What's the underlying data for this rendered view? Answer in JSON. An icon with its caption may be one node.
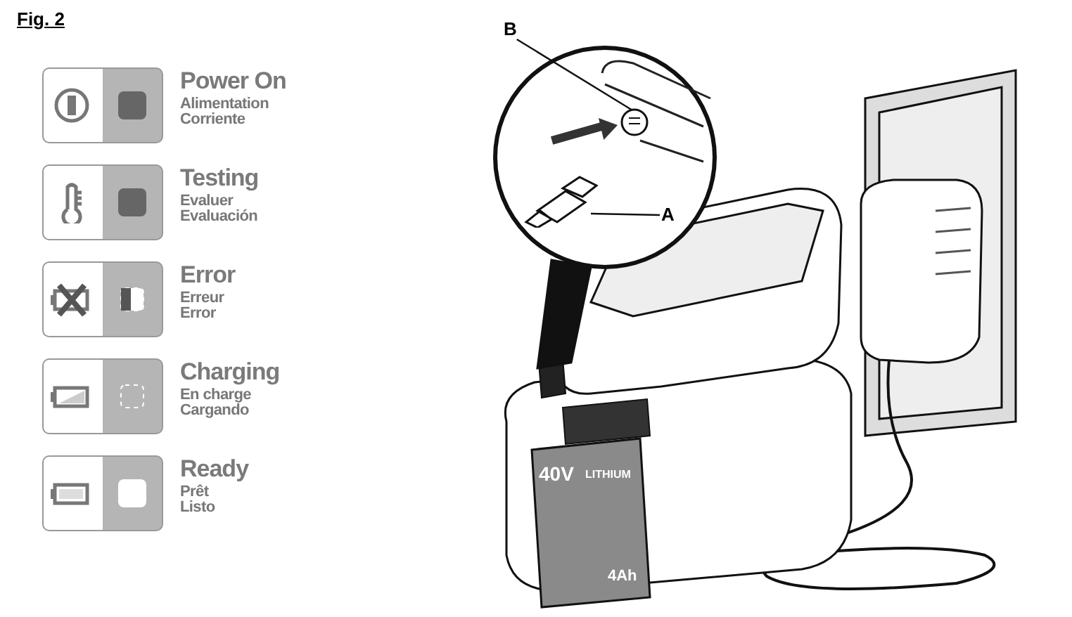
{
  "diagram": {
    "title": "Fig. 2",
    "nodes": [
      {
        "text": [
          "A"
        ]
      },
      {
        "text": [
          "B"
        ]
      },
      {
        "text": [],
        "shape": "picture"
      },
      {
        "text": [],
        "shape": "picture"
      }
    ],
    "edges": [
      {
        "from": 0,
        "to": 2,
        "arrow": "none"
      },
      {
        "from": 1,
        "to": 3,
        "arrow": "none"
      },
      {
        "from": 2,
        "to": 3,
        "arrow": "to",
        "style": "thick"
      }
    ],
    "labels": [
      "Alimentation",
      "Corriente",
      "Evaluer",
      "Evaluación",
      "Erreur",
      "Error",
      "En charge",
      "Cargando",
      "Prêt",
      "Listo",
      "40V",
      "LITHIUM",
      "4Ah"
    ],
    "legend": [
      {
        "text": "Power On"
      },
      {
        "text": "Testing"
      },
      {
        "text": "Error"
      },
      {
        "text": "Charging"
      },
      {
        "text": "Ready"
      }
    ]
  }
}
